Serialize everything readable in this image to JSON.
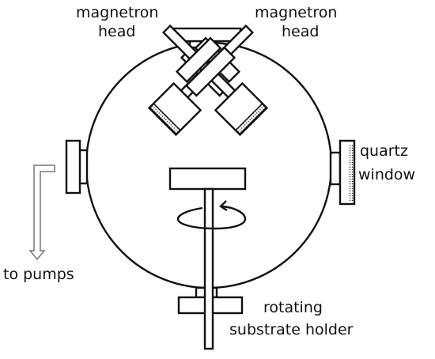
{
  "labels": {
    "magnetron_left_1": "magnetron",
    "magnetron_left_2": "head",
    "magnetron_right_1": "magnetron",
    "magnetron_right_2": "head",
    "quartz_1": "quartz",
    "quartz_2": "window",
    "pumps": "to pumps",
    "holder_1": "rotating",
    "holder_2": "substrate holder"
  },
  "colors": {
    "line": "#111111",
    "pump_arrow": "#777777",
    "background": "#ffffff"
  },
  "icons": {
    "rotation": "rotation-arrow-icon",
    "pump": "pump-outlet-arrow-icon"
  }
}
